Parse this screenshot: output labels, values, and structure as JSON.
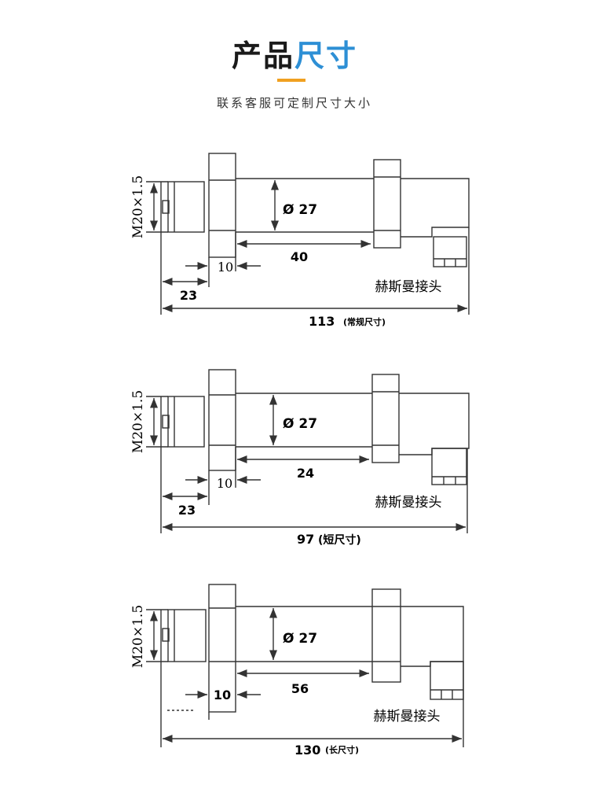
{
  "header": {
    "title_part1": "产品",
    "title_part2": "尺寸",
    "subtitle": "联系客服可定制尺寸大小"
  },
  "colors": {
    "accent": "#2d8fd5",
    "underline": "#f0a020",
    "line": "#333333"
  },
  "diagrams": [
    {
      "thread": "M20×1.5",
      "diameter": "Ø 27",
      "inner_length": "40",
      "hex_width": "10",
      "thread_length": "23",
      "total": "113",
      "note": "(常规尺寸)",
      "connector": "赫斯曼接头"
    },
    {
      "thread": "M20×1.5",
      "diameter": "Ø 27",
      "inner_length": "24",
      "hex_width": "10",
      "thread_length": "23",
      "total": "97",
      "note": "(短尺寸)",
      "connector": "赫斯曼接头"
    },
    {
      "thread": "M20×1.5",
      "diameter": "Ø 27",
      "inner_length": "56",
      "hex_width": "10",
      "thread_length": "",
      "total": "130",
      "note": "(长尺寸)",
      "connector": "赫斯曼接头"
    }
  ]
}
